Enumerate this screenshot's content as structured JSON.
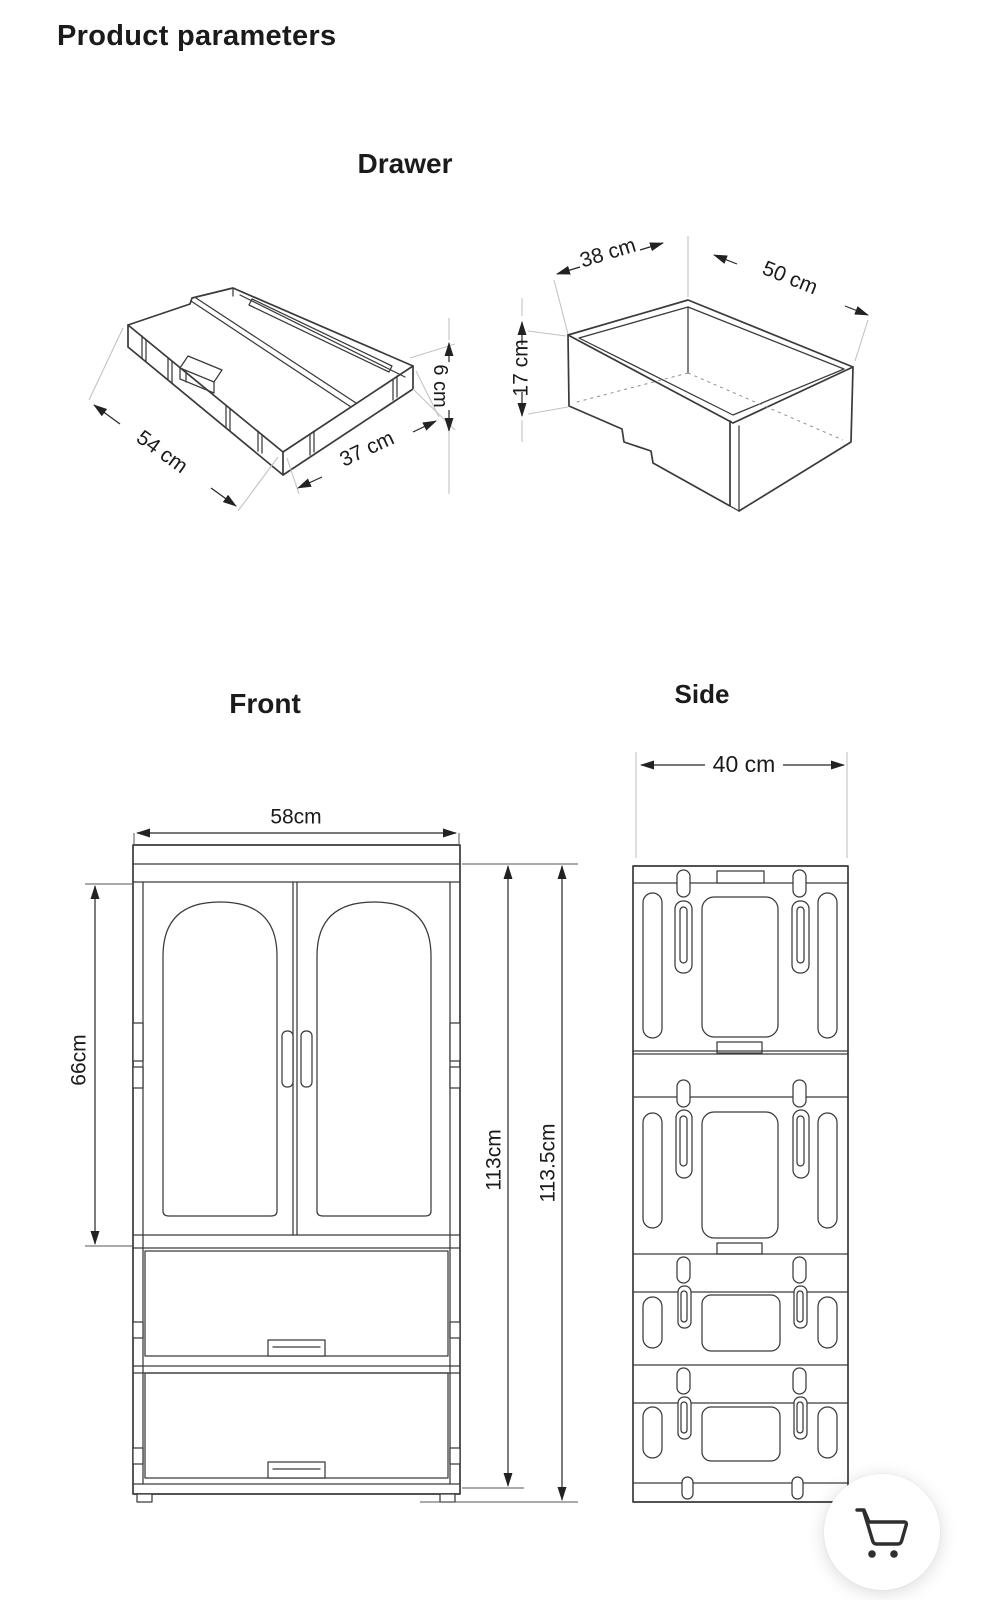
{
  "page": {
    "title": "Product parameters"
  },
  "colors": {
    "background": "#ffffff",
    "line": "#3a3a3a",
    "dimension_line": "#262626",
    "light_line": "#c3c3c3",
    "text": "#1b1b1b"
  },
  "drawer_section": {
    "heading": "Drawer",
    "lid_diagram": {
      "label_length": "54 cm",
      "label_width": "37 cm",
      "label_height": "6 cm"
    },
    "box_diagram": {
      "label_width": "38 cm",
      "label_depth": "50 cm",
      "label_height": "17 cm"
    }
  },
  "front_view": {
    "heading": "Front",
    "label_width": "58cm",
    "label_door_height": "66cm",
    "label_body_height": "113cm",
    "label_total_height": "113.5cm"
  },
  "side_view": {
    "heading": "Side",
    "label_depth": "40 cm"
  },
  "cart": {
    "icon": "shopping-cart-icon"
  }
}
